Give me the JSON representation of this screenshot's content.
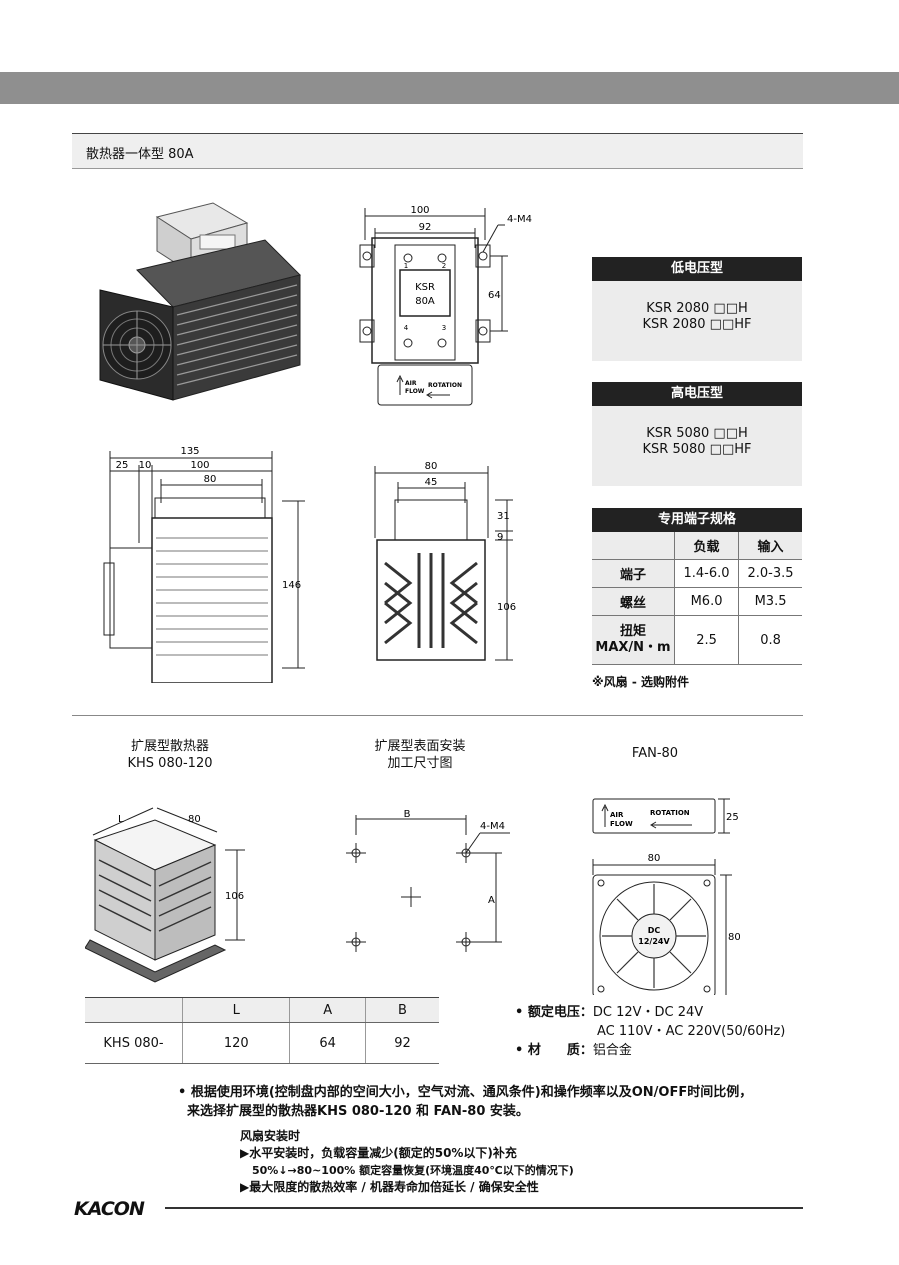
{
  "section": {
    "title": "散热器一体型 80A"
  },
  "front_view": {
    "dims": {
      "total": "100",
      "inner": "92",
      "screw": "4-M4",
      "height": "64"
    },
    "relay": {
      "line1": "KSR",
      "line2": "80A",
      "t1": "1",
      "t2": "2",
      "t3": "3",
      "t4": "4"
    },
    "fan_label": {
      "air": "AIR",
      "flow": "FLOW",
      "rotation": "ROTATION"
    }
  },
  "side_view": {
    "dims": {
      "total": "135",
      "a": "25",
      "b": "10",
      "c": "100",
      "d": "80",
      "height": "146"
    }
  },
  "end_view": {
    "dims": {
      "width": "80",
      "inner": "45",
      "h1": "31",
      "h2": "9",
      "h3": "106"
    }
  },
  "low_voltage": {
    "title": "低电压型",
    "models": [
      "KSR 2080 □□H",
      "KSR 2080 □□HF"
    ]
  },
  "high_voltage": {
    "title": "高电压型",
    "models": [
      "KSR 5080 □□H",
      "KSR 5080 □□HF"
    ]
  },
  "terminal_spec": {
    "title": "专用端子规格",
    "headers": [
      "",
      "负载",
      "输入"
    ],
    "rows": [
      {
        "label": "端子",
        "load": "1.4-6.0",
        "input": "2.0-3.5"
      },
      {
        "label": "螺丝",
        "load": "M6.0",
        "input": "M3.5"
      },
      {
        "label": "扭矩",
        "label2": "MAX/N・m",
        "load": "2.5",
        "input": "0.8"
      }
    ],
    "note": "※风扇 - 选购附件"
  },
  "ext_heatsink": {
    "title1": "扩展型散热器",
    "title2": "KHS 080-120",
    "dims": {
      "l": "L",
      "w": "80",
      "h": "106"
    }
  },
  "ext_mount": {
    "title1": "扩展型表面安装",
    "title2": "加工尺寸图",
    "dims": {
      "b": "B",
      "a": "A",
      "screw": "4-M4"
    }
  },
  "fan": {
    "title": "FAN-80",
    "label": {
      "air": "AIR",
      "flow": "FLOW",
      "rotation": "ROTATION"
    },
    "dims": {
      "depth": "25",
      "width": "80",
      "height": "80"
    },
    "center1": "DC",
    "center2": "12/24V",
    "specs": {
      "voltage_label": "• 额定电压：",
      "voltage1": "DC 12V・DC 24V",
      "voltage2": "AC 110V・AC 220V(50/60Hz)",
      "material_label": "• 材　　质：",
      "material": "铝合金"
    }
  },
  "khs_table": {
    "headers": [
      "",
      "L",
      "A",
      "B"
    ],
    "row": [
      "KHS 080-",
      "120",
      "64",
      "92"
    ]
  },
  "notes": {
    "line1": "• 根据使用环境(控制盘内部的空间大小，空气对流、通风条件)和操作频率以及ON/OFF时间比例，",
    "line2": "来选择扩展型的散热器KHS 080-120 和 FAN-80 安装。",
    "fan_title": "风扇安装时",
    "fan1": "▶水平安装时，负载容量减少(额定的50%以下)补充",
    "fan2": "50%↓→80~100% 额定容量恢复(环境温度40℃以下的情况下)",
    "fan3": "▶最大限度的散热效率 / 机器寿命加倍延长 / 确保安全性"
  },
  "footer": {
    "logo": "KACON"
  }
}
